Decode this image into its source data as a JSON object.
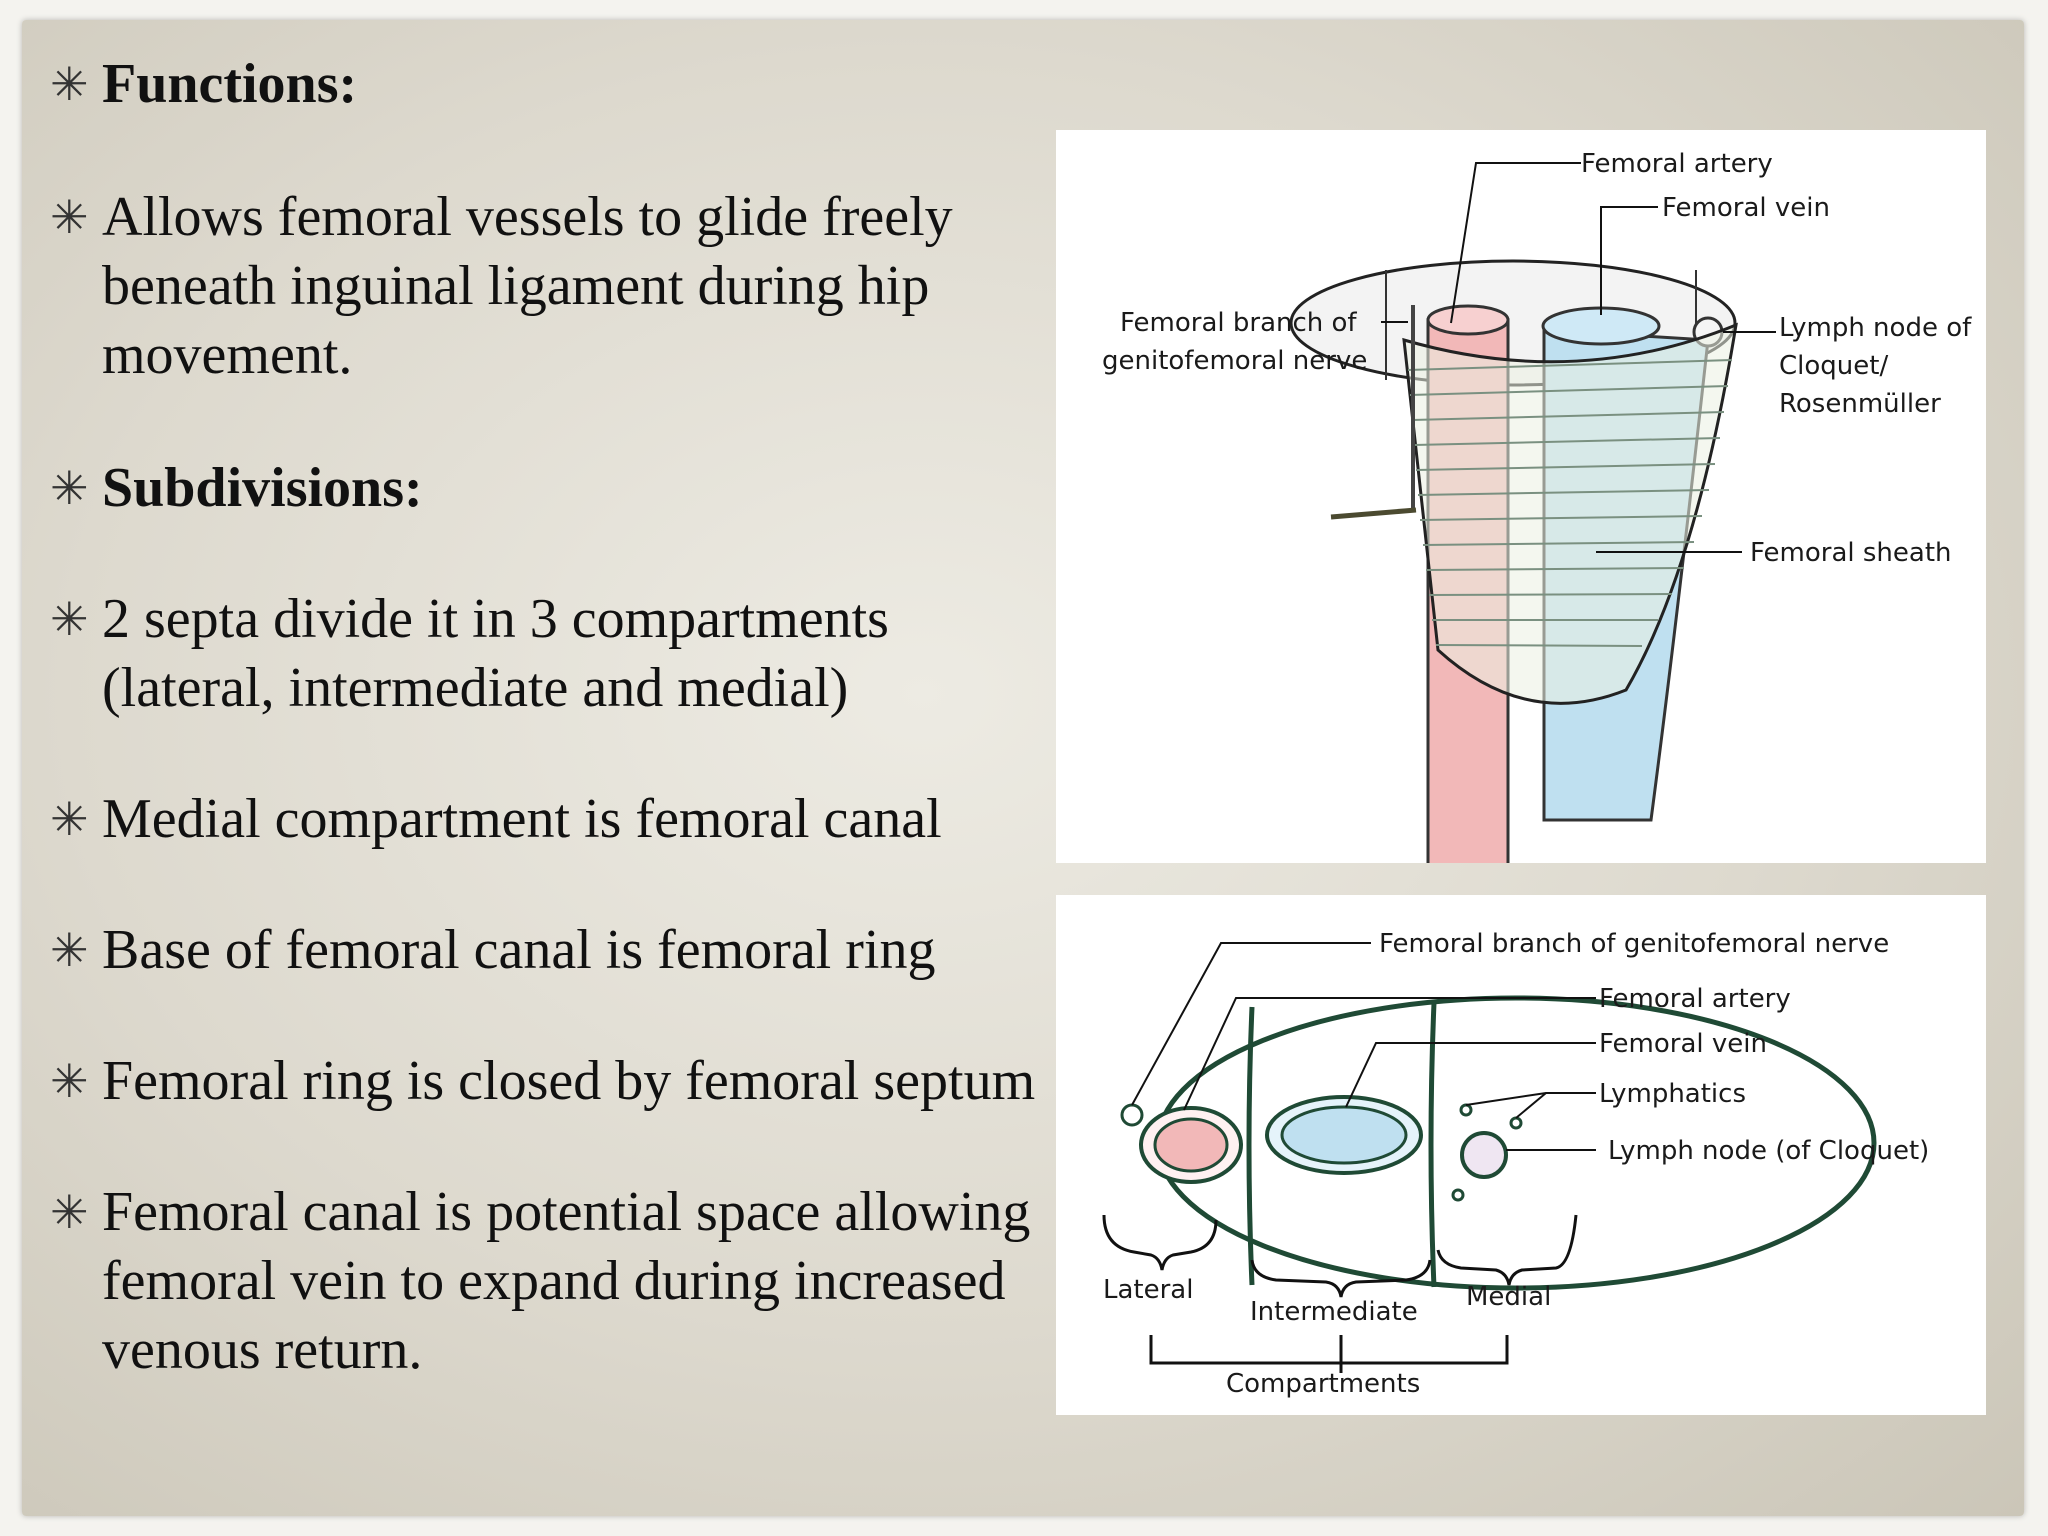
{
  "bullets": [
    {
      "text": "Functions:",
      "bold": true
    },
    {
      "text": "Allows femoral vessels to glide freely beneath inguinal ligament during hip movement.",
      "bold": false
    },
    {
      "text": "Subdivisions:",
      "bold": true
    },
    {
      "text": "2 septa divide it in 3 compartments (lateral, intermediate and medial)",
      "bold": false
    },
    {
      "text": "Medial compartment is femoral canal",
      "bold": false
    },
    {
      "text": "Base of femoral canal is femoral ring",
      "bold": false
    },
    {
      "text": "Femoral ring is closed by femoral septum",
      "bold": false
    },
    {
      "text": "Femoral canal is potential space allowing femoral vein to expand during increased venous return.",
      "bold": false
    }
  ],
  "bullet_symbol": "✳",
  "figure_top": {
    "femoral_artery": "Femoral artery",
    "femoral_vein": "Femoral vein",
    "nerve_line1": "Femoral branch of",
    "nerve_line2": "genitofemoral nerve",
    "lymph_line1": "Lymph node of",
    "lymph_line2": "Cloquet/",
    "lymph_line3": "Rosenmüller",
    "sheath": "Femoral sheath"
  },
  "figure_bottom": {
    "nerve": "Femoral branch of genitofemoral nerve",
    "artery": "Femoral artery",
    "vein": "Femoral vein",
    "lymphatics": "Lymphatics",
    "lymph_node": "Lymph node (of Cloquet)",
    "lateral": "Lateral",
    "intermediate": "Intermediate",
    "medial": "Medial",
    "compartments": "Compartments"
  },
  "colors": {
    "artery": "#f2b8b8",
    "vein": "#bfe0f0",
    "outline": "#1f4a35"
  }
}
